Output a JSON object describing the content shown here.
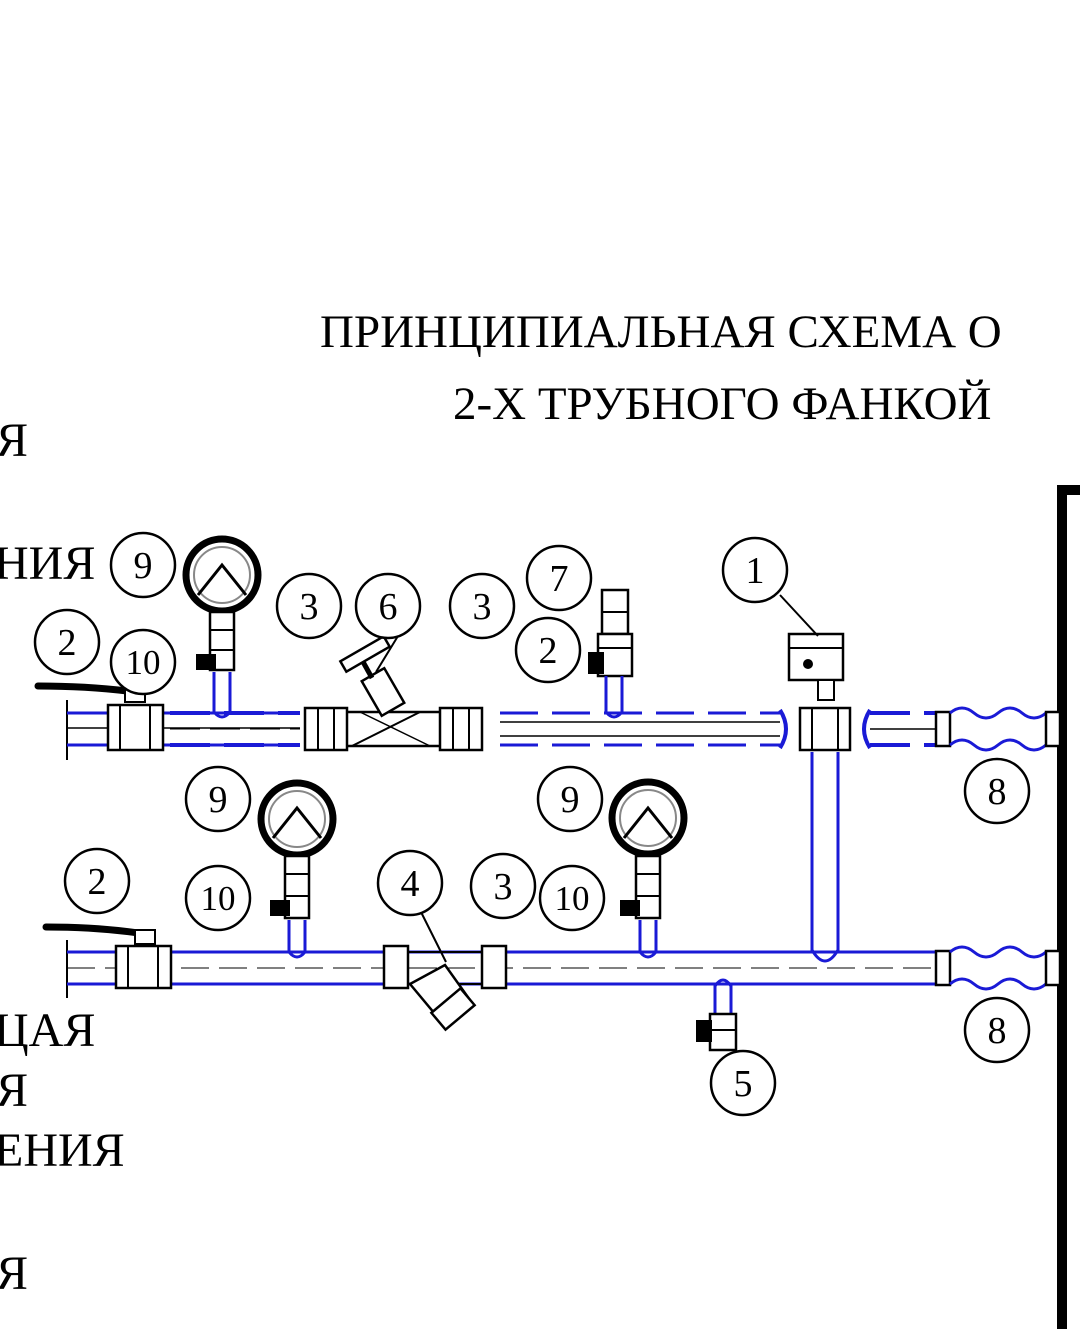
{
  "title": {
    "line1": "ПРИНЦИПИАЛЬНАЯ СХЕМА О",
    "line2": "2-Х ТРУБНОГО  ФАНКОЙ"
  },
  "side_labels": [
    "Я",
    "НИЯ",
    "ЦАЯ",
    "Я",
    "ЕНИЯ",
    "Я"
  ],
  "callouts": [
    {
      "id": "c9-top",
      "label": "9"
    },
    {
      "id": "c2-top-left",
      "label": "2"
    },
    {
      "id": "c10-top",
      "label": "10"
    },
    {
      "id": "c3-top-a",
      "label": "3"
    },
    {
      "id": "c6",
      "label": "6"
    },
    {
      "id": "c3-top-b",
      "label": "3"
    },
    {
      "id": "c7",
      "label": "7"
    },
    {
      "id": "c2-top-mid",
      "label": "2"
    },
    {
      "id": "c1",
      "label": "1"
    },
    {
      "id": "c8-top",
      "label": "8"
    },
    {
      "id": "c9-bottom-a",
      "label": "9"
    },
    {
      "id": "c9-bottom-b",
      "label": "9"
    },
    {
      "id": "c2-bottom-left",
      "label": "2"
    },
    {
      "id": "c10-bottom-a",
      "label": "10"
    },
    {
      "id": "c4",
      "label": "4"
    },
    {
      "id": "c3-bottom",
      "label": "3"
    },
    {
      "id": "c10-bottom-b",
      "label": "10"
    },
    {
      "id": "c8-bottom",
      "label": "8"
    },
    {
      "id": "c5",
      "label": "5"
    }
  ],
  "colors": {
    "pipe": "#1a1ad6",
    "line": "#000000",
    "background": "#ffffff"
  }
}
